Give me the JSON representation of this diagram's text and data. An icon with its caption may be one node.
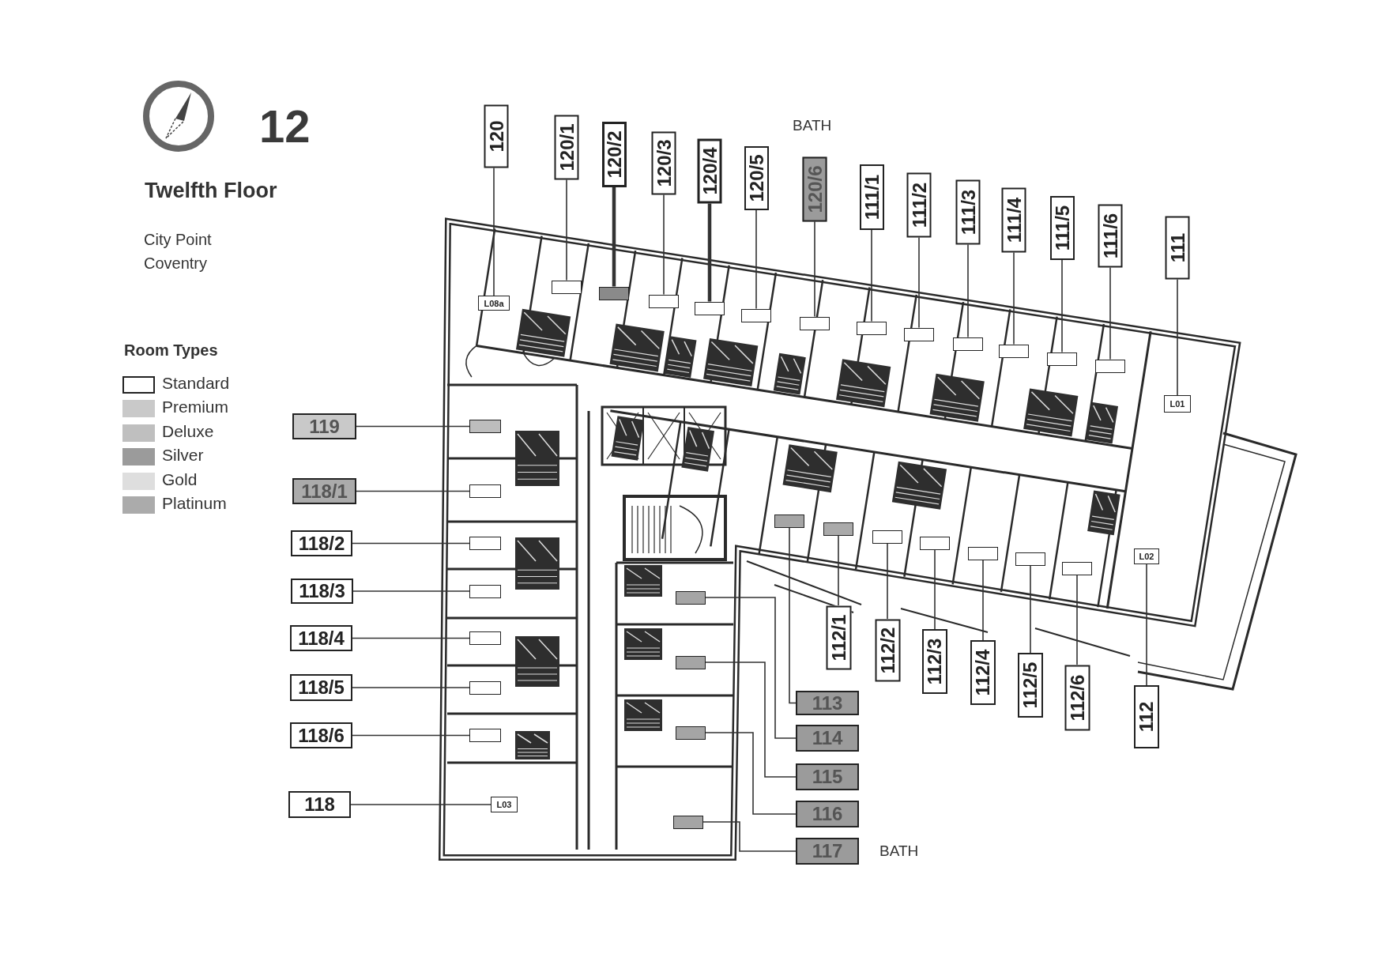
{
  "diagram": {
    "title": "Twelfth Floor",
    "nodes": [
      {
        "text": [
          "120"
        ]
      },
      {
        "text": [
          "120/1"
        ]
      },
      {
        "text": [
          "120/2"
        ]
      },
      {
        "text": [
          "120/3"
        ]
      },
      {
        "text": [
          "120/4"
        ]
      },
      {
        "text": [
          "120/5"
        ]
      },
      {
        "text": [
          "120/6"
        ]
      },
      {
        "text": [
          "111/1"
        ]
      },
      {
        "text": [
          "111/2"
        ]
      },
      {
        "text": [
          "111/3"
        ]
      },
      {
        "text": [
          "111/4"
        ]
      },
      {
        "text": [
          "111/5"
        ]
      },
      {
        "text": [
          "111/6"
        ]
      },
      {
        "text": [
          "111"
        ]
      },
      {
        "text": [
          "119"
        ]
      },
      {
        "text": [
          "118/1"
        ]
      },
      {
        "text": [
          "118/2"
        ]
      },
      {
        "text": [
          "118/3"
        ]
      },
      {
        "text": [
          "118/4"
        ]
      },
      {
        "text": [
          "118/5"
        ]
      },
      {
        "text": [
          "118/6"
        ]
      },
      {
        "text": [
          "118"
        ]
      },
      {
        "text": [
          "112/1"
        ]
      },
      {
        "text": [
          "112/2"
        ]
      },
      {
        "text": [
          "112/3"
        ]
      },
      {
        "text": [
          "112/4"
        ]
      },
      {
        "text": [
          "112/5"
        ]
      },
      {
        "text": [
          "112/6"
        ]
      },
      {
        "text": [
          "112"
        ]
      },
      {
        "text": [
          "113"
        ]
      },
      {
        "text": [
          "114"
        ]
      },
      {
        "text": [
          "115"
        ]
      },
      {
        "text": [
          "116"
        ]
      },
      {
        "text": [
          "117"
        ]
      },
      {
        "text": [
          "L08a"
        ]
      },
      {
        "text": [],
        "shape": "box"
      },
      {
        "text": [],
        "shape": "box"
      },
      {
        "text": [],
        "shape": "box"
      },
      {
        "text": [],
        "shape": "box"
      },
      {
        "text": [],
        "shape": "box"
      },
      {
        "text": [],
        "shape": "box"
      },
      {
        "text": [],
        "shape": "box"
      },
      {
        "text": [],
        "shape": "box"
      },
      {
        "text": [],
        "shape": "box"
      },
      {
        "text": [],
        "shape": "box"
      },
      {
        "text": [],
        "shape": "box"
      },
      {
        "text": [],
        "shape": "box"
      },
      {
        "text": [
          "L01"
        ]
      },
      {
        "text": [],
        "shape": "box"
      },
      {
        "text": [],
        "shape": "box"
      },
      {
        "text": [],
        "shape": "box"
      },
      {
        "text": [],
        "shape": "box"
      },
      {
        "text": [],
        "shape": "box"
      },
      {
        "text": [],
        "shape": "box"
      },
      {
        "text": [],
        "shape": "box"
      },
      {
        "text": [
          "L03"
        ]
      },
      {
        "text": [],
        "shape": "box"
      },
      {
        "text": [],
        "shape": "box"
      },
      {
        "text": [],
        "shape": "box"
      },
      {
        "text": [],
        "shape": "box"
      },
      {
        "text": [],
        "shape": "box"
      },
      {
        "text": [],
        "shape": "box"
      },
      {
        "text": [
          "L02"
        ]
      },
      {
        "text": [],
        "shape": "box"
      },
      {
        "text": [],
        "shape": "box"
      },
      {
        "text": [],
        "shape": "box"
      },
      {
        "text": [],
        "shape": "box"
      },
      {
        "text": [],
        "shape": "box"
      }
    ],
    "edges": [
      {
        "from": 0,
        "to": 34,
        "arrow": "none"
      },
      {
        "from": 1,
        "to": 35,
        "arrow": "none"
      },
      {
        "from": 2,
        "to": 36,
        "arrow": "none",
        "style": "thick"
      },
      {
        "from": 3,
        "to": 37,
        "arrow": "none"
      },
      {
        "from": 4,
        "to": 38,
        "arrow": "none",
        "style": "thick"
      },
      {
        "from": 5,
        "to": 39,
        "arrow": "none"
      },
      {
        "from": 6,
        "to": 40,
        "arrow": "none"
      },
      {
        "from": 7,
        "to": 41,
        "arrow": "none"
      },
      {
        "from": 8,
        "to": 42,
        "arrow": "none"
      },
      {
        "from": 9,
        "to": 43,
        "arrow": "none"
      },
      {
        "from": 10,
        "to": 44,
        "arrow": "none"
      },
      {
        "from": 11,
        "to": 45,
        "arrow": "none"
      },
      {
        "from": 12,
        "to": 46,
        "arrow": "none"
      },
      {
        "from": 13,
        "to": 47,
        "arrow": "none"
      },
      {
        "from": 14,
        "to": 48,
        "arrow": "none"
      },
      {
        "from": 15,
        "to": 49,
        "arrow": "none"
      },
      {
        "from": 16,
        "to": 50,
        "arrow": "none"
      },
      {
        "from": 17,
        "to": 51,
        "arrow": "none"
      },
      {
        "from": 18,
        "to": 52,
        "arrow": "none"
      },
      {
        "from": 19,
        "to": 53,
        "arrow": "none"
      },
      {
        "from": 20,
        "to": 54,
        "arrow": "none"
      },
      {
        "from": 21,
        "to": 55,
        "arrow": "none"
      },
      {
        "from": 22,
        "to": 56,
        "arrow": "none"
      },
      {
        "from": 23,
        "to": 57,
        "arrow": "none"
      },
      {
        "from": 24,
        "to": 58,
        "arrow": "none"
      },
      {
        "from": 25,
        "to": 59,
        "arrow": "none"
      },
      {
        "from": 26,
        "to": 60,
        "arrow": "none"
      },
      {
        "from": 27,
        "to": 61,
        "arrow": "none"
      },
      {
        "from": 28,
        "to": 62,
        "arrow": "none"
      },
      {
        "from": 29,
        "to": 63,
        "arrow": "none"
      },
      {
        "from": 30,
        "to": 64,
        "arrow": "none"
      },
      {
        "from": 31,
        "to": 65,
        "arrow": "none"
      },
      {
        "from": 32,
        "to": 66,
        "arrow": "none"
      },
      {
        "from": 33,
        "to": 67,
        "arrow": "none"
      }
    ],
    "labels": [
      "12",
      "City Point Coventry",
      "BATH",
      "Room Types",
      "BATH"
    ],
    "legend": [
      {
        "text": "Standard",
        "color": "#ffffff"
      },
      {
        "text": "Premium",
        "color": "#c9c9c9"
      },
      {
        "text": "Deluxe",
        "color": "#bfbfbf"
      },
      {
        "text": "Silver",
        "color": "#9b9b9b"
      },
      {
        "text": "Gold",
        "color": "#dedede"
      },
      {
        "text": "Platinum",
        "color": "#ababab"
      }
    ]
  }
}
